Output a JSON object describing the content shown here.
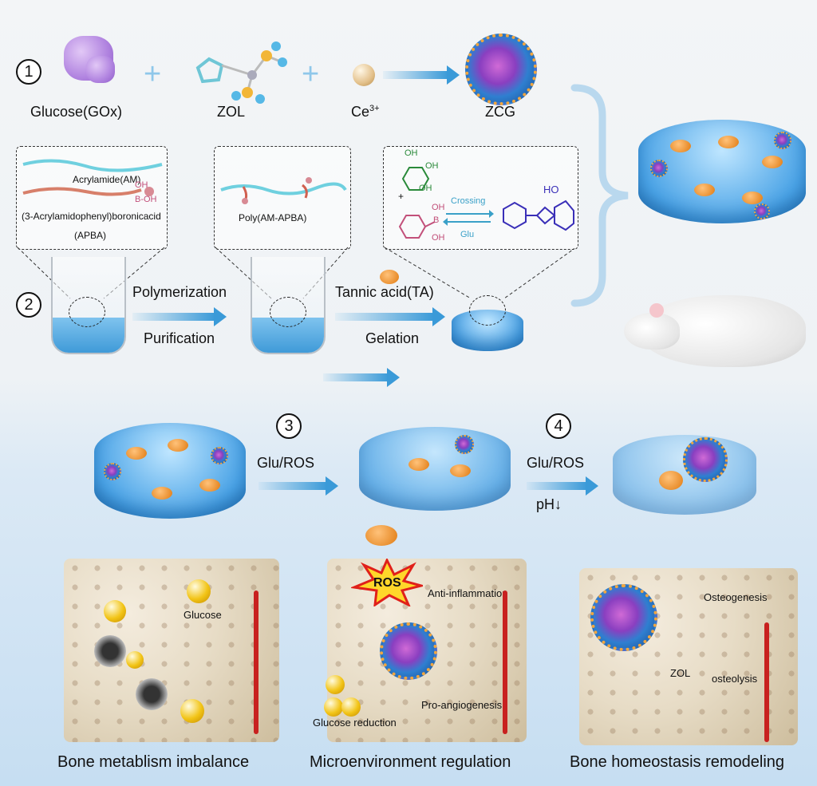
{
  "step_numbers": {
    "s1": "1",
    "s2": "2",
    "s3": "3",
    "s4": "4"
  },
  "row1": {
    "glucose_gox": "Glucose(GOx)",
    "zol": "ZOL",
    "ce": "Ce",
    "ce_sup": "3+",
    "zcg": "ZCG"
  },
  "box1": {
    "am": "Acrylamide(AM)",
    "oh": "OH",
    "boh": "B-OH",
    "apba_long": "(3-Acrylamidophenyl)boronicacid",
    "apba": "(APBA)"
  },
  "box2": {
    "poly": "Poly(AM-APBA)"
  },
  "box3": {
    "oh1": "OH",
    "oh2": "OH",
    "oh3": "OH",
    "plus": "+",
    "b": "B",
    "boh1": "OH",
    "boh2": "OH",
    "crossing": "Crossing",
    "glu": "Glu",
    "ho": "HO"
  },
  "row2": {
    "polymerization": "Polymerization",
    "purification": "Purification",
    "tannic": "Tannic acid(TA)",
    "gelation": "Gelation"
  },
  "row3": {
    "glu_ros_1": "Glu/ROS",
    "glu_ros_2": "Glu/ROS",
    "ph": "pH↓"
  },
  "bone1": {
    "glucose": "Glucose"
  },
  "bone2": {
    "ros": "ROS",
    "anti": "Anti-inflammation",
    "pro": "Pro-angiogenesis",
    "gred": "Glucose reduction"
  },
  "bone3": {
    "osteo": "Osteogenesis",
    "zol": "ZOL",
    "osteolysis": "osteolysis"
  },
  "captions": {
    "c1": "Bone metablism imbalance",
    "c2": "Microenvironment regulation",
    "c3": "Bone homeostasis remodeling"
  },
  "colors": {
    "hydrogel_blue": "#4aa3e6",
    "ta_orange": "#e07a10",
    "glucose_yellow": "#f2c416",
    "vessel_red": "#c8211f",
    "box_text_magenta": "#c2507a",
    "scheme_purple": "#3a2fb8"
  }
}
